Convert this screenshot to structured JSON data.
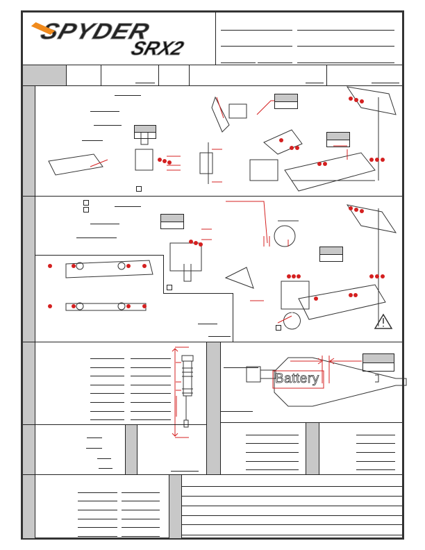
{
  "logo": {
    "brand": "SPYDER",
    "model": "SRX2"
  },
  "chassis": {
    "battery_label": "Battery"
  },
  "icons": {
    "warning": "warning-triangle-icon"
  },
  "colors": {
    "accent_red": "#d42020",
    "section_gray": "#c8c8c8",
    "logo_orange": "#f08a1c"
  }
}
